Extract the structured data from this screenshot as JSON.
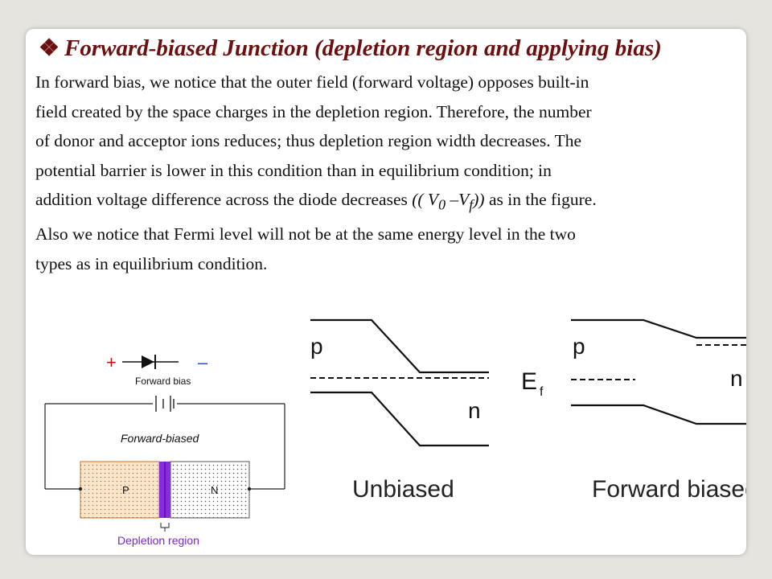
{
  "title": {
    "bullet": "❖",
    "text": "Forward-biased Junction (depletion region and applying bias)"
  },
  "paragraph": {
    "lines": [
      "In forward bias, we notice that the outer field (forward voltage) opposes built-in",
      "field created by the space charges in the depletion region. Therefore, the number",
      "of donor and acceptor ions reduces; thus depletion region width decreases. The",
      "potential barrier is lower in this condition than in equilibrium condition; in",
      "addition voltage difference across the diode decreases ",
      "Also we notice that Fermi level will not be at the same energy level in the two",
      "types as in equilibrium condition."
    ],
    "formula": "(( V",
    "formula_sub0": "0",
    "formula_mid": " –V",
    "formula_subf": "f",
    "formula_end": "))",
    "line5_tail": " as in the figure."
  },
  "circuit": {
    "plus": "+",
    "minus": "–",
    "forward_bias": "Forward bias",
    "forward_biased": "Forward-biased",
    "p_label": "P",
    "n_label": "N",
    "depletion": "Depletion region",
    "colors": {
      "p_fill": "#fde6c8",
      "depletion": "#8a2be2",
      "label": "#7a28c8",
      "plus": "#cc1111",
      "minus": "#2255cc"
    }
  },
  "band": {
    "p_left": "p",
    "n_left": "n",
    "ef": "E",
    "ef_sub": "f",
    "p_right": "p",
    "n_right": "n",
    "unbiased": "Unbiased",
    "forward_biased": "Forward biased"
  }
}
